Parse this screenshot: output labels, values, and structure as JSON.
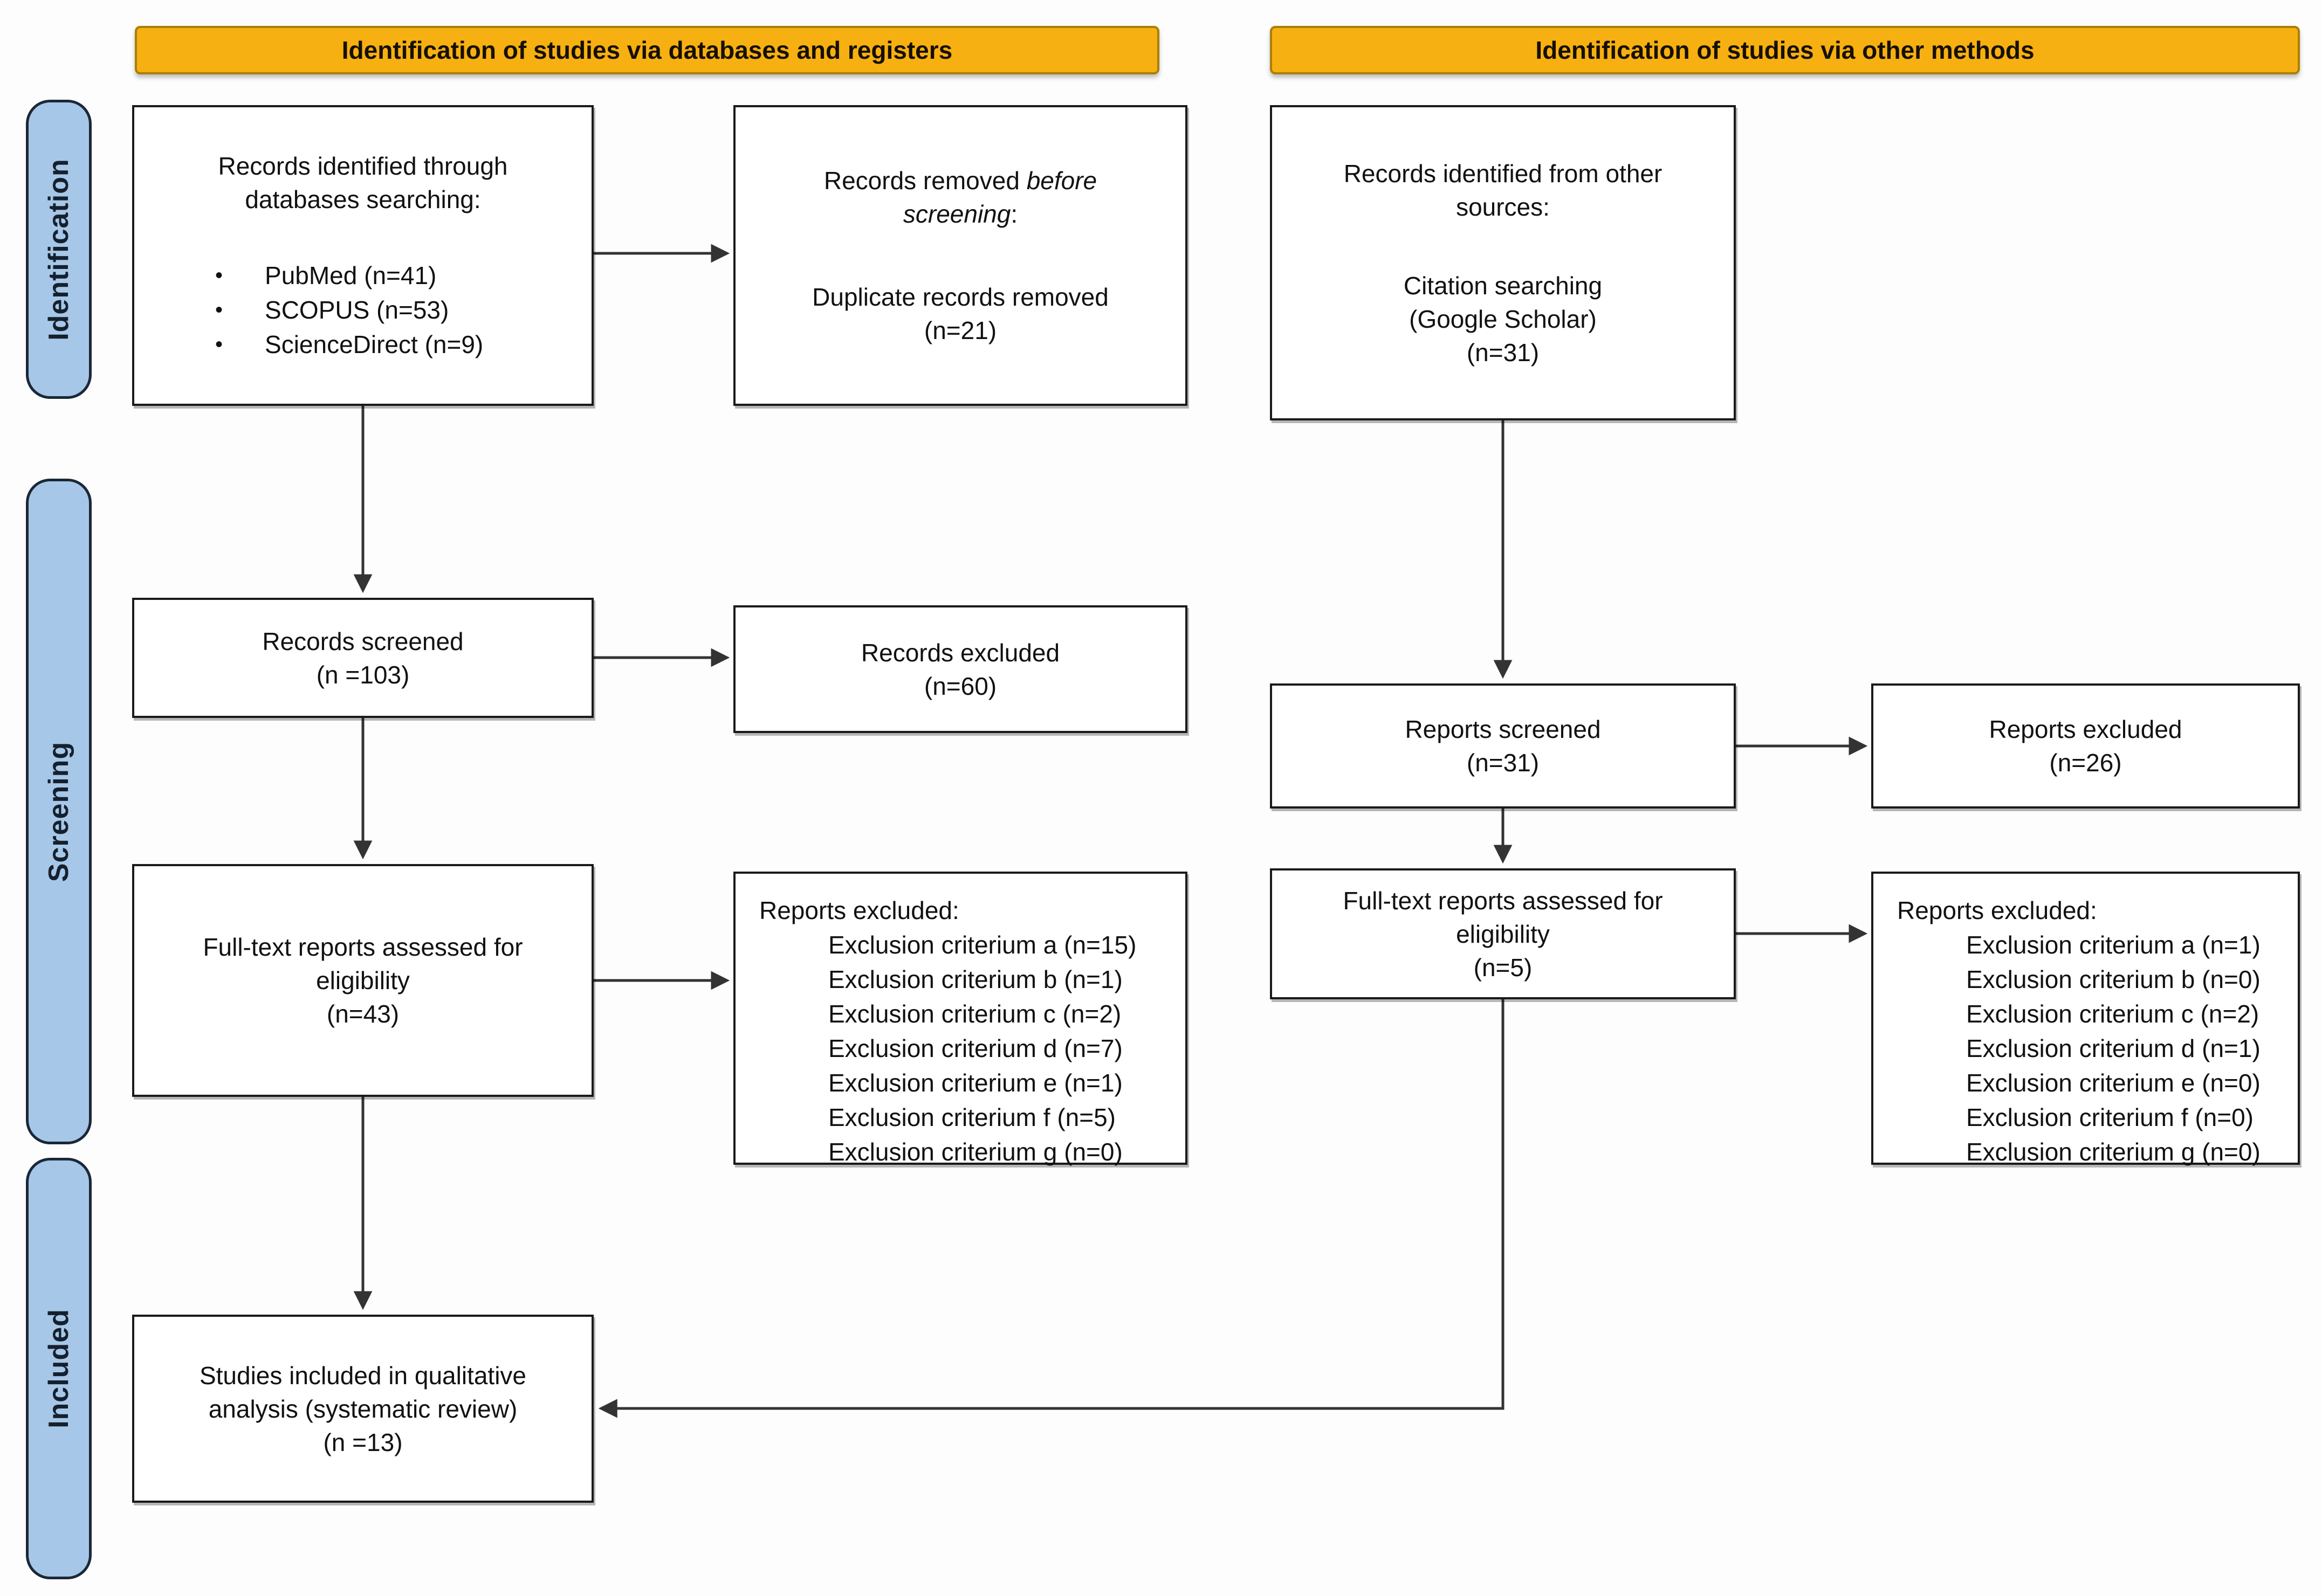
{
  "colors": {
    "header_bg": "#F7B011",
    "header_border": "#A97F08",
    "header_text": "#161000",
    "sidebar_bg": "#A6C7E7",
    "sidebar_border": "#1B2737",
    "sidebar_text": "#15202E",
    "box_bg": "#FFFFFF",
    "box_border": "#1A1A1A",
    "arrow": "#333333",
    "canvas_bg": "#FDFDFD"
  },
  "headers": {
    "databases": "Identification of studies via databases and registers",
    "other": "Identification of studies via other methods"
  },
  "sidebar": {
    "identification": "Identification",
    "screening": "Screening",
    "included": "Included"
  },
  "bullet_glyph": "•",
  "boxes": {
    "db_identified": {
      "title_line1": "Records identified through",
      "title_line2": "databases searching:",
      "items": [
        "PubMed (n=41)",
        "SCOPUS (n=53)",
        "ScienceDirect (n=9)"
      ]
    },
    "removed_before": {
      "lead": "Records removed ",
      "italic": "before screening",
      "colon": ":",
      "body_line1": "Duplicate records removed",
      "body_line2": "(n=21)"
    },
    "other_identified": {
      "title_line1": "Records identified from other",
      "title_line2": "sources:",
      "body_line1": "Citation searching",
      "body_line2": "(Google Scholar)",
      "body_line3": "(n=31)"
    },
    "records_screened": {
      "line1": "Records screened",
      "line2": "(n =103)"
    },
    "records_excluded": {
      "line1": "Records excluded",
      "line2": "(n=60)"
    },
    "reports_screened": {
      "line1": "Reports screened",
      "line2": "(n=31)"
    },
    "reports_excluded": {
      "line1": "Reports excluded",
      "line2": "(n=26)"
    },
    "fulltext_db": {
      "line1": "Full-text reports assessed for",
      "line2": "eligibility",
      "line3": "(n=43)"
    },
    "excl_db": {
      "title": "Reports excluded:",
      "items": [
        "Exclusion criterium a (n=15)",
        "Exclusion criterium b (n=1)",
        "Exclusion criterium c (n=2)",
        "Exclusion criterium d (n=7)",
        "Exclusion criterium e (n=1)",
        "Exclusion criterium f (n=5)",
        "Exclusion criterium g (n=0)"
      ]
    },
    "fulltext_other": {
      "line1": "Full-text reports assessed for",
      "line2": "eligibility",
      "line3": "(n=5)"
    },
    "excl_other": {
      "title": "Reports excluded:",
      "items": [
        "Exclusion criterium a (n=1)",
        "Exclusion criterium b (n=0)",
        "Exclusion criterium c (n=2)",
        "Exclusion criterium d (n=1)",
        "Exclusion criterium e (n=0)",
        "Exclusion criterium f (n=0)",
        "Exclusion criterium g (n=0)"
      ]
    },
    "included": {
      "line1": "Studies included in qualitative",
      "line2": "analysis (systematic review)",
      "line3": "(n =13)"
    }
  }
}
